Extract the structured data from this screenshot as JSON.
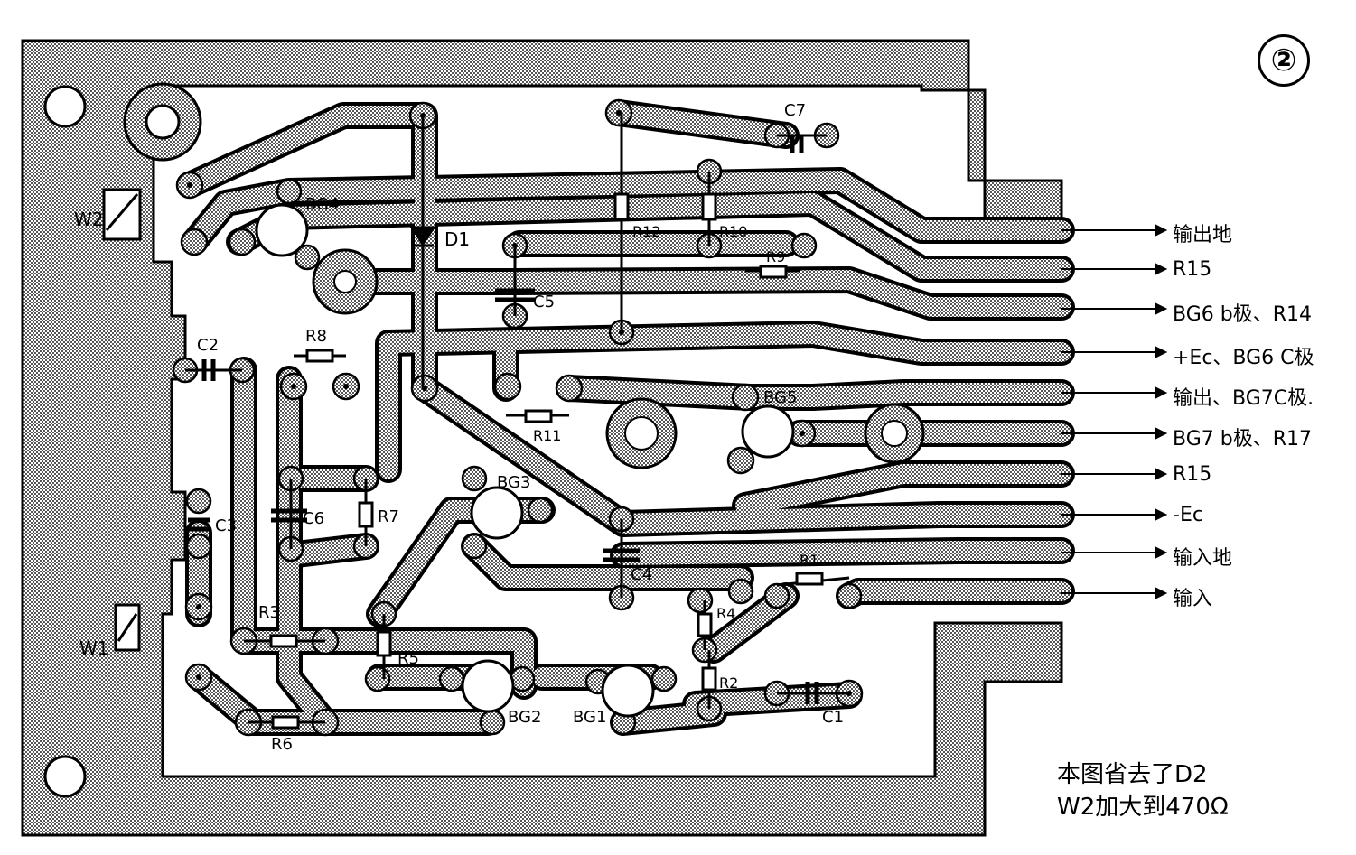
{
  "figure_number": "②",
  "component_labels": {
    "W1": "W1",
    "W2": "W2",
    "BG1": "BG1",
    "BG2": "BG2",
    "BG3": "BG3",
    "BG4": "BG4",
    "BG5": "BG5",
    "D1": "D1",
    "C1": "C1",
    "C2": "C2",
    "C3": "C3",
    "C4": "C4",
    "C5": "C5",
    "C6": "C6",
    "C7": "C7",
    "R1": "R1",
    "R2": "R2",
    "R3": "R3",
    "R4": "R4",
    "R5": "R5",
    "R6": "R6",
    "R7": "R7",
    "R8": "R8",
    "R9": "R9",
    "R10": "R10",
    "R11": "R11",
    "R12": "R12"
  },
  "io_connections": [
    "输出地",
    "R15",
    "BG6 b极、R14",
    "+Ec、BG6 C极",
    "输出、BG7C极.",
    "BG7 b极、R17",
    "R15",
    "-Ec",
    "输入地",
    "输入"
  ],
  "note": {
    "line1": "本图省去了D2",
    "line2": "W2加大到470Ω"
  },
  "colors": {
    "ink": "#000000",
    "copper_fill": "#bdbdbd",
    "paper": "#ffffff"
  }
}
